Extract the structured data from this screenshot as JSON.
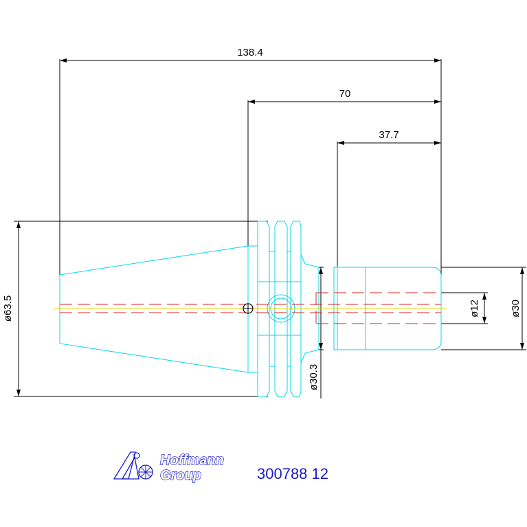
{
  "dimensions": {
    "overall_length": "138.4",
    "gauge_length": "70",
    "shank_length": "37.7",
    "flange_diameter": "ø63.5",
    "bore_diameter": "ø12",
    "shank_diameter": "ø30",
    "neck_diameter": "ø30.3"
  },
  "logo": {
    "line1": "Hoffmann",
    "line2": "Group"
  },
  "part_number": "300788 12",
  "colors": {
    "outline": "#00d8e8",
    "dimension": "#000000",
    "hidden": "#e02020",
    "centerline": "#e8d800",
    "brand": "#1a1acc"
  }
}
